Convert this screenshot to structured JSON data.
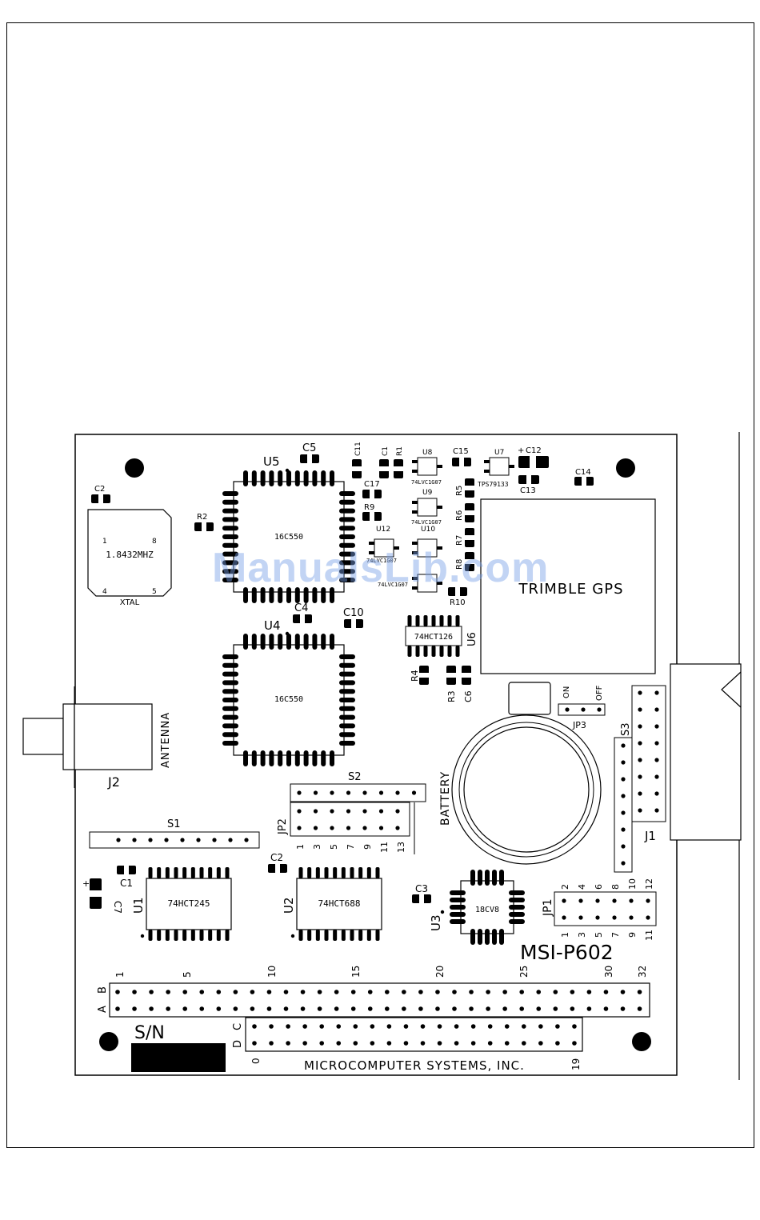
{
  "board": {
    "model": "MSI-P602",
    "maker": "MICROCOMPUTER SYSTEMS, INC.",
    "sn_label": "S/N"
  },
  "labels": {
    "u5": "U5",
    "u4": "U4",
    "u5_chip": "16C550",
    "u4_chip": "16C550",
    "c5": "C5",
    "c4": "C4",
    "c10": "C10",
    "c11": "C11",
    "c1": "C1",
    "r1": "R1",
    "c17": "C17",
    "r9": "R9",
    "u8": "U8",
    "u8_chip": "74LVC1G07",
    "u9": "U9",
    "u9_chip": "74LVC1G07",
    "u10": "U10",
    "u12": "U12",
    "u12_chip": "74LVC1G07",
    "u10_chip": "74LVC1G07",
    "c15": "C15",
    "u7": "U7",
    "u7_chip": "TPS79133",
    "c12": "C12",
    "c12_plus": "+",
    "c13": "C13",
    "c14": "C14",
    "r5": "R5",
    "r6": "R6",
    "r7": "R7",
    "r8": "R8",
    "r10": "R10",
    "gps": "TRIMBLE GPS",
    "u6": "U6",
    "u6_chip": "74HCT126",
    "r4": "R4",
    "r3": "R3",
    "c6": "C6",
    "c2_top": "C2",
    "r2": "R2",
    "xtal_freq": "1.8432MHZ",
    "xtal": "XTAL",
    "xtal_p1": "1",
    "xtal_p8": "8",
    "xtal_p4": "4",
    "xtal_p5": "5",
    "antenna": "ANTENNA",
    "j2": "J2",
    "jp3": "JP3",
    "jp3_on": "ON",
    "jp3_off": "OFF",
    "s3": "S3",
    "j1": "J1",
    "battery": "BATTERY",
    "s2": "S2",
    "jp2": "JP2",
    "s1": "S1",
    "jp2_pins": [
      "1",
      "3",
      "5",
      "7",
      "9",
      "11",
      "13"
    ],
    "c7": "C7",
    "c7_plus": "+",
    "c1_low": "C1",
    "u1": "U1",
    "u1_chip": "74HCT245",
    "c2_low": "C2",
    "u2": "U2",
    "u2_chip": "74HCT688",
    "c3": "C3",
    "u3": "U3",
    "u3_chip": "18CV8",
    "jp1": "JP1",
    "jp1_top": [
      "2",
      "4",
      "6",
      "8",
      "10",
      "12"
    ],
    "jp1_bot": [
      "1",
      "3",
      "5",
      "7",
      "9",
      "11"
    ],
    "row_a": "A",
    "row_b": "B",
    "row_c": "C",
    "row_d": "D",
    "ab_nums": [
      "1",
      "5",
      "10",
      "15",
      "20",
      "25",
      "30",
      "32"
    ],
    "cd_nums": [
      "0",
      "19"
    ]
  },
  "watermark": "ManualsLib.com"
}
